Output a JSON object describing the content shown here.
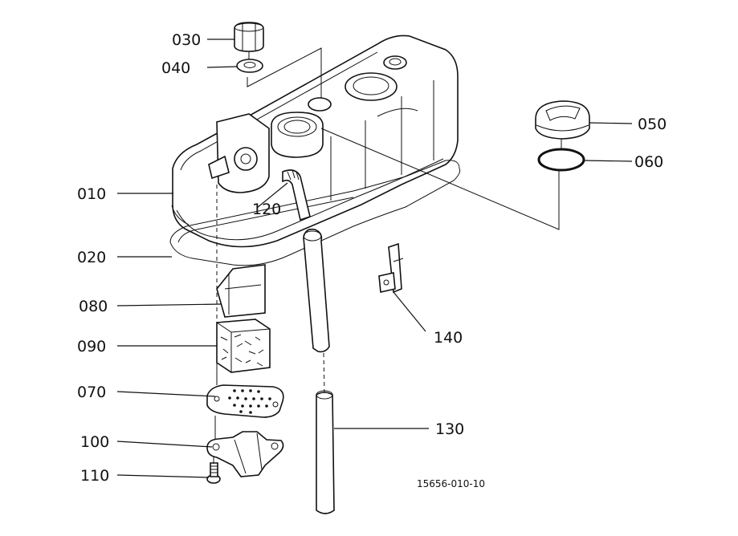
{
  "diagram": {
    "drawing_code": "15656-010-10",
    "callouts": [
      {
        "id": "030",
        "label": "030"
      },
      {
        "id": "040",
        "label": "040"
      },
      {
        "id": "050",
        "label": "050"
      },
      {
        "id": "060",
        "label": "060"
      },
      {
        "id": "010",
        "label": "010"
      },
      {
        "id": "120",
        "label": "120"
      },
      {
        "id": "020",
        "label": "020"
      },
      {
        "id": "080",
        "label": "080"
      },
      {
        "id": "140",
        "label": "140"
      },
      {
        "id": "090",
        "label": "090"
      },
      {
        "id": "070",
        "label": "070"
      },
      {
        "id": "130",
        "label": "130"
      },
      {
        "id": "100",
        "label": "100"
      },
      {
        "id": "110",
        "label": "110"
      }
    ]
  }
}
